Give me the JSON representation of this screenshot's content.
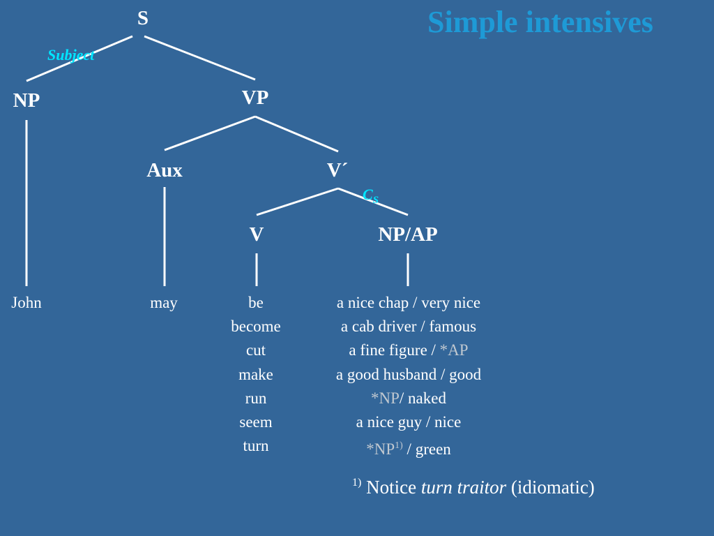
{
  "title": "Simple intensives",
  "nodes": {
    "s": "S",
    "np": "NP",
    "vp": "VP",
    "aux": "Aux",
    "vbar": "V´",
    "v": "V",
    "npap": "NP/AP"
  },
  "relations": {
    "subject": "Subject",
    "cs_main": "C",
    "cs_sub": "S"
  },
  "words": {
    "np": "John",
    "aux": "may",
    "verbs": [
      "be",
      "become",
      "cut",
      "make",
      "run",
      "seem",
      "turn"
    ],
    "complements": [
      {
        "prefix": "",
        "np": "a nice chap",
        "sep": " / ",
        "ap": "very nice",
        "sup": ""
      },
      {
        "prefix": "",
        "np": "a cab driver",
        "sep": " / ",
        "ap": "famous",
        "sup": ""
      },
      {
        "prefix": "",
        "np": "a fine figure",
        "sep": " / ",
        "ap": "*AP",
        "sup": ""
      },
      {
        "prefix": "",
        "np": "a good husband",
        "sep": " / ",
        "ap": "good",
        "sup": ""
      },
      {
        "prefix": "",
        "np": "*NP",
        "sep": "/ ",
        "ap": "naked",
        "sup": ""
      },
      {
        "prefix": "",
        "np": "a nice guy",
        "sep": " / ",
        "ap": "nice",
        "sup": ""
      },
      {
        "prefix": "",
        "np": "*NP",
        "sep": " / ",
        "ap": "green",
        "sup": "1)"
      }
    ]
  },
  "footnote": {
    "marker": "1)",
    "text_before": " Notice ",
    "italic": "turn traitor",
    "text_after": " (idiomatic)"
  },
  "colors": {
    "background": "#336699",
    "title": "#1e9ad6",
    "relation": "#00e5ff",
    "starred": "#c0c8d0"
  }
}
